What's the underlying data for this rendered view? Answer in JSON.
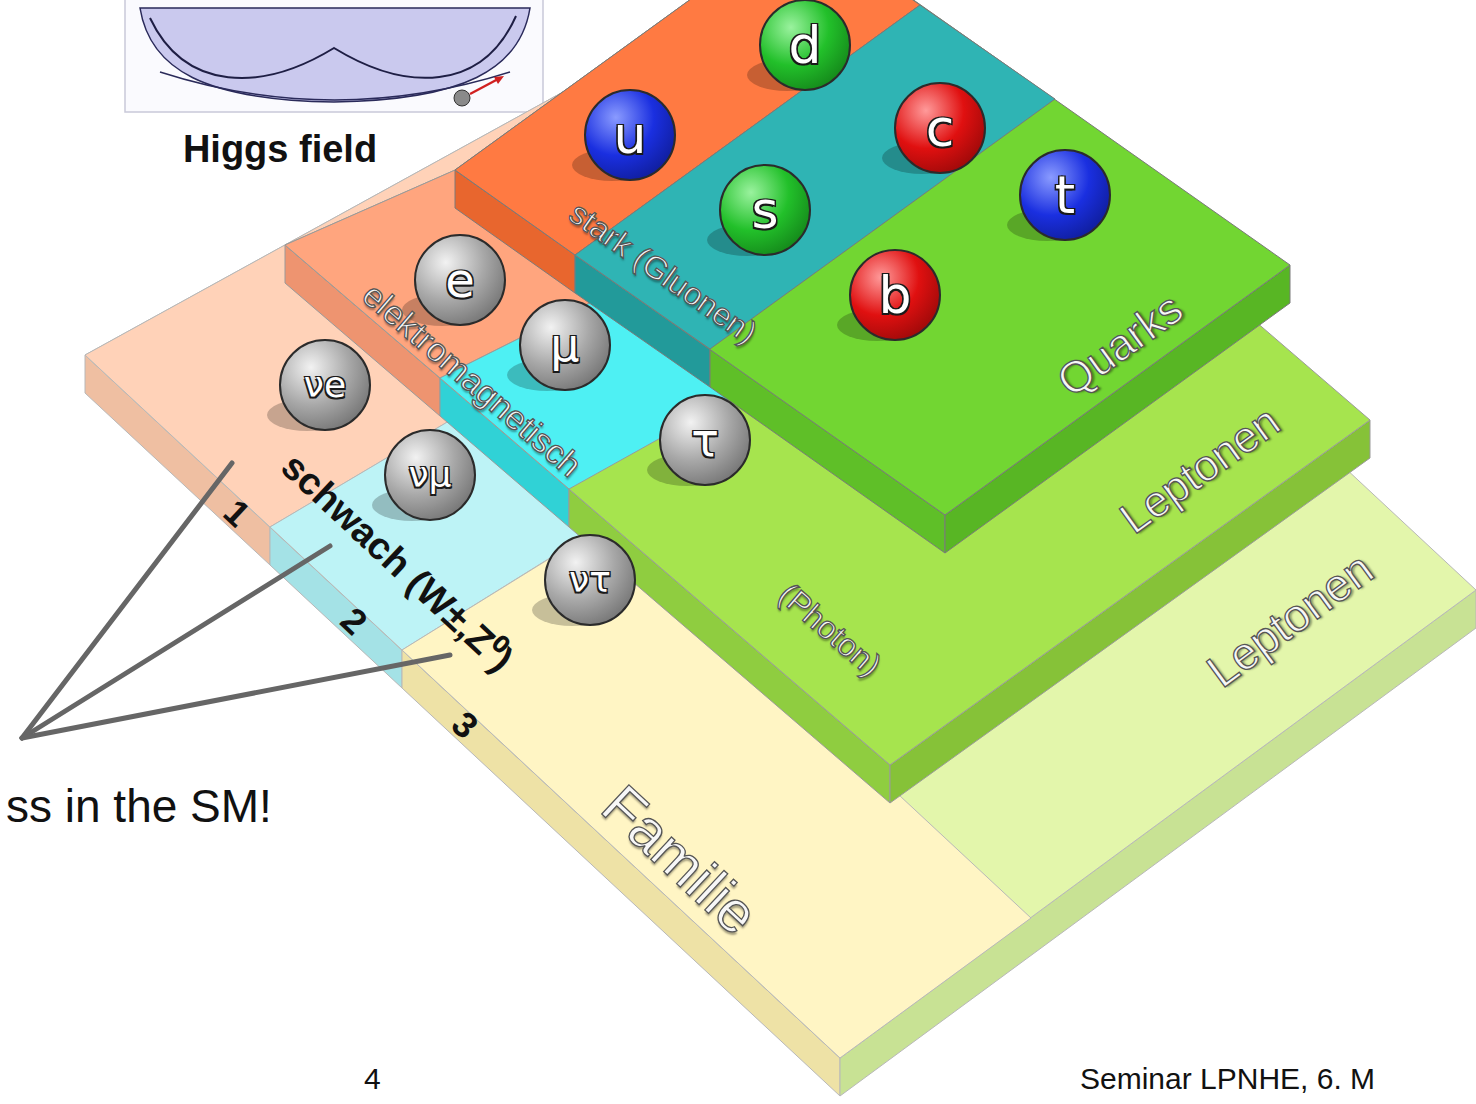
{
  "diagram": {
    "nodes": [
      {
        "text": [
          "d"
        ]
      },
      {
        "text": [
          "u"
        ]
      },
      {
        "text": [
          "c"
        ]
      },
      {
        "text": [
          "s"
        ]
      },
      {
        "text": [
          "t"
        ]
      },
      {
        "text": [
          "b"
        ]
      },
      {
        "text": [
          "e"
        ]
      },
      {
        "text": [
          "μ"
        ]
      },
      {
        "text": [
          "νe"
        ]
      },
      {
        "text": [
          "τ"
        ]
      },
      {
        "text": [
          "νμ"
        ]
      },
      {
        "text": [
          "ντ"
        ]
      }
    ],
    "labels": [
      "Higgs field",
      "stark (Gluonen)",
      "elektromagnetisch",
      "schwach (W±,Z⁰)",
      "(Photon)",
      "Quarks",
      "Leptonen",
      "Leptonen",
      "Familie",
      "1",
      "2",
      "3",
      "ss in the SM!",
      "4",
      "Seminar LPNHE, 6. M"
    ]
  }
}
